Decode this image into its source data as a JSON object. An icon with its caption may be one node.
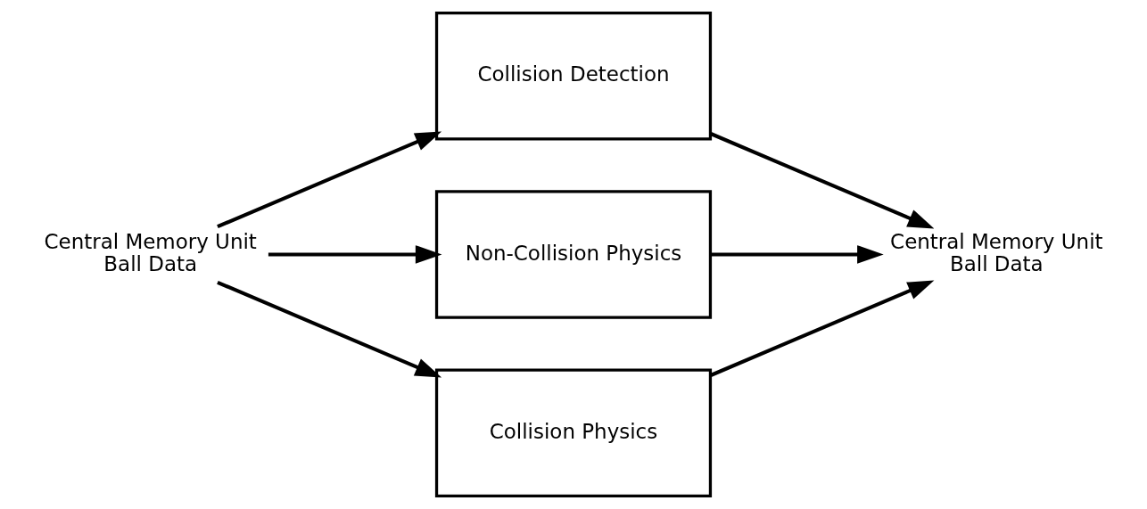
{
  "diagram": {
    "nodes": [
      {
        "text": [
          "Central Memory Unit Ball Data"
        ]
      },
      {
        "text": [
          "Collision Detection"
        ]
      },
      {
        "text": [
          "Non-Collision Physics"
        ]
      },
      {
        "text": [
          "Collision Physics"
        ]
      },
      {
        "text": [
          "Central Memory Unit Ball Data"
        ]
      }
    ],
    "edges": [
      {
        "from": 0,
        "to": 1,
        "arrow": "to"
      },
      {
        "from": 0,
        "to": 2,
        "arrow": "to"
      },
      {
        "from": 0,
        "to": 3,
        "arrow": "to"
      },
      {
        "from": 1,
        "to": 4,
        "arrow": "to"
      },
      {
        "from": 2,
        "to": 4,
        "arrow": "to"
      },
      {
        "from": 3,
        "to": 4,
        "arrow": "to"
      }
    ]
  }
}
